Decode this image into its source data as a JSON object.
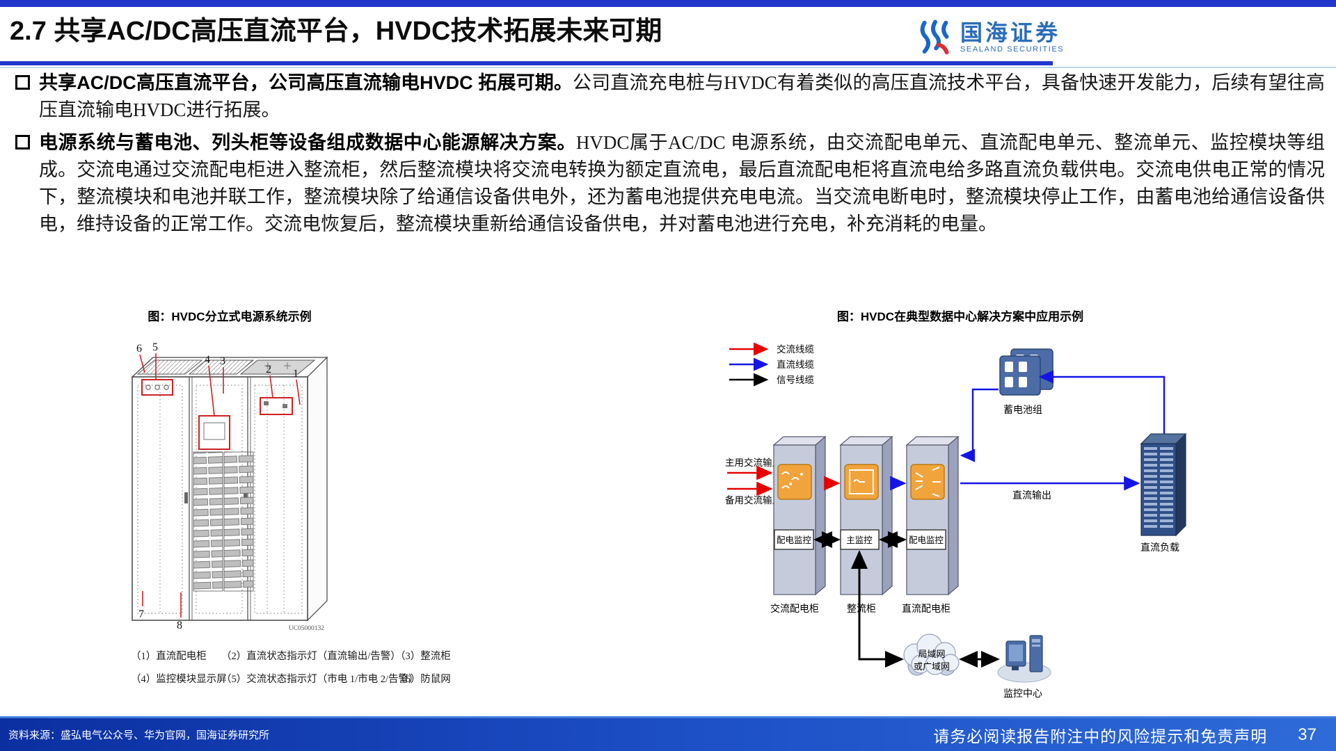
{
  "header": {
    "title": "2.7 共享AC/DC高压直流平台，HVDC技术拓展未来可期",
    "logo_name": "国海证券",
    "logo_sub": "SEALAND SECURITIES"
  },
  "bullets": [
    {
      "bold": "共享AC/DC高压直流平台，公司高压直流输电HVDC 拓展可期。",
      "text": "公司直流充电桩与HVDC有着类似的高压直流技术平台，具备快速开发能力，后续有望往高压直流输电HVDC进行拓展。"
    },
    {
      "bold": "电源系统与蓄电池、列头柜等设备组成数据中心能源解决方案。",
      "text": "HVDC属于AC/DC 电源系统，由交流配电单元、直流配电单元、整流单元、监控模块等组成。交流电通过交流配电柜进入整流柜，然后整流模块将交流电转换为额定直流电，最后直流配电柜将直流电给多路直流负载供电。交流电供电正常的情况下，整流模块和电池并联工作，整流模块除了给通信设备供电外，还为蓄电池提供充电电流。当交流电断电时，整流模块停止工作，由蓄电池给通信设备供电，维持设备的正常工作。交流电恢复后，整流模块重新给通信设备供电，并对蓄电池进行充电，补充消耗的电量。"
    }
  ],
  "figures": {
    "left": {
      "caption": "图：HVDC分立式电源系统示例",
      "callouts": [
        "1",
        "2",
        "3",
        "4",
        "5",
        "6",
        "7",
        "8"
      ],
      "image_code": "UC05000132",
      "legend_rows": [
        [
          "（1）直流配电柜",
          "（2）直流状态指示灯（直流输出/告警）",
          "（3）整流柜"
        ],
        [
          "（4）监控模块显示屏",
          "（5）交流状态指示灯（市电 1/市电 2/告警）",
          "（6）防鼠网"
        ]
      ]
    },
    "right": {
      "caption": "图：HVDC在典型数据中心解决方案中应用示例",
      "legend": [
        {
          "label": "交流线缆",
          "color": "#E60000"
        },
        {
          "label": "直流线缆",
          "color": "#1414E6"
        },
        {
          "label": "信号线缆",
          "color": "#000000"
        }
      ],
      "labels": {
        "battery": "蓄电池组",
        "main_ac": "主用交流输入",
        "backup_ac": "备用交流输入",
        "mon1": "配电监控",
        "mon_main": "主监控",
        "mon2": "配电监控",
        "cab1": "交流配电柜",
        "cab2": "整流柜",
        "cab3": "直流配电柜",
        "dc_out": "直流输出",
        "load": "直流负载",
        "cloud_line1": "局域网",
        "cloud_line2": "或广域网",
        "center": "监控中心"
      }
    }
  },
  "footer": {
    "source": "资料来源：盛弘电气公众号、华为官网，国海证券研究所",
    "disclaimer": "请务必阅读报告附注中的风险提示和免责声明",
    "page": "37"
  },
  "colors": {
    "accent": "#2236CB",
    "logo_blue": "#2B6CB9",
    "ac_red": "#E60000",
    "dc_blue": "#1414E6",
    "signal_black": "#000000",
    "module_orange": "#F2A43C"
  }
}
